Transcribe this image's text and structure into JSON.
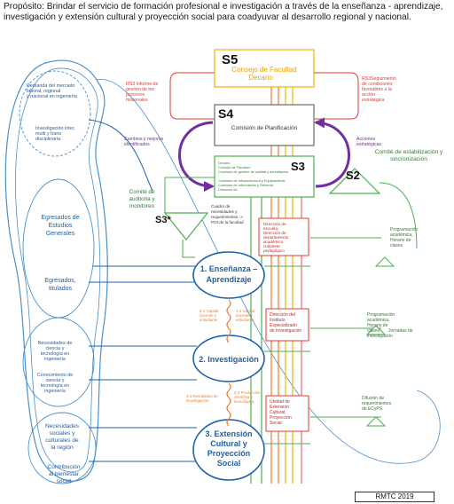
{
  "purpose": "Propósito: Brindar el servicio de formación profesional e investigación a través de la enseñanza - aprendizaje, investigación y extensión cultural y proyección social para coadyuvar al desarrollo regional y nacional.",
  "s5": {
    "id": "S5",
    "label_1": "Consejo de Facultad",
    "label_2": "Decano"
  },
  "s4": {
    "id": "S4",
    "label": "Comisión de Planificación"
  },
  "s3": {
    "id": "S3",
    "lines": [
      "Decano",
      "Consejo de Facultad",
      "Comisión de gestión de calidad y acreditación",
      "Comisión de Infraestructura y Equipamiento",
      "Comisión de Información y Reforma",
      "Dirección de"
    ]
  },
  "s2": {
    "id": "S2",
    "label": "Comité de estabilización y sincronización"
  },
  "s3_star": {
    "id": "S3*",
    "label_1": "Comité de",
    "label_2": "auditoria y",
    "label_3": "monitoreo"
  },
  "notes": {
    "rs3_left": [
      "RS3 Informe de",
      "gestión de los",
      "procesos",
      "misionales"
    ],
    "rs3_right": [
      "RS3",
      "Seguimiento",
      "de condiciones",
      "favorables a la",
      "acción",
      "estratégica"
    ],
    "cambios": [
      "Cambios y mejoras",
      "identificados"
    ],
    "acciones": [
      "Acciones",
      "estratégicas"
    ],
    "cuadro": [
      "Cuadro de",
      "necesidades y",
      "requerimientos ->",
      "POI de la facultad"
    ]
  },
  "env": {
    "demanda": [
      "Demanda del mercado",
      "laboral, regional",
      "y nacional en ingeniería"
    ],
    "investigacion_inter": [
      "Investigación inter,",
      "multi y trans",
      "disciplinaria"
    ],
    "egresados_generales": [
      "Egresados de",
      "Estudios",
      "Generales"
    ],
    "egresados_titulados": [
      "Egresados,",
      "titulados"
    ],
    "necesidades_ciencia": [
      "Necesidades de",
      "ciencia y",
      "tecnología en",
      "ingeniería"
    ],
    "conocimiento": [
      "Conocimiento de",
      "ciencia y",
      "tecnología en",
      "ingeniería"
    ],
    "necesidades_sociales": [
      "Necesidades",
      "sociales y",
      "culturales de",
      "la región"
    ],
    "contribucion": [
      "Contribución",
      "al bienestar",
      "social"
    ]
  },
  "ops": {
    "op1": [
      "1. Enseñanza –",
      "Aprendizaje"
    ],
    "op2": [
      "2. Investigación"
    ],
    "op3": [
      "3. Extensión",
      "Cultural y",
      "Proyección",
      "Social"
    ]
  },
  "mgmt": {
    "m1": [
      "Dirección de",
      "escuela,",
      "Dirección de",
      "departamento",
      "académico,",
      "Gabinete",
      "pedagógico"
    ],
    "m2": [
      "Dirección del",
      "Instituto",
      "Especializado",
      "de",
      "Investigación"
    ],
    "m3": [
      "Unidad de",
      "Extensión",
      "Cultural,",
      "Proyección",
      "Social"
    ]
  },
  "links": {
    "l1_left": [
      "2-1 Capital",
      "docente y",
      "estudiante"
    ],
    "l1_right": [
      "1-2 Capital",
      "docente y",
      "estudiante"
    ],
    "l2_left": [
      "3-2 Resultados de",
      "investigación"
    ],
    "l2_right": [
      "2-3 Producción",
      "científica y",
      "tecnológica"
    ]
  },
  "right_notes": {
    "r1": [
      "Programación",
      "académica,",
      "Horario de",
      "clases"
    ],
    "r2": [
      "Programación",
      "académica,",
      "Horario de",
      "clases",
      "Jornadas de",
      "investigación"
    ],
    "r3": [
      "Difusión de",
      "requerimientos",
      "de ECyPS"
    ]
  },
  "credit": "RMTC 2019",
  "colors": {
    "s5": "#f0b400",
    "s4": "#7f7f7f",
    "green": "#4caf50",
    "red": "#e53935",
    "blue": "#1f5fa8",
    "purple": "#7030a0",
    "orange": "#ed7d31",
    "env": "#4a90c8"
  }
}
